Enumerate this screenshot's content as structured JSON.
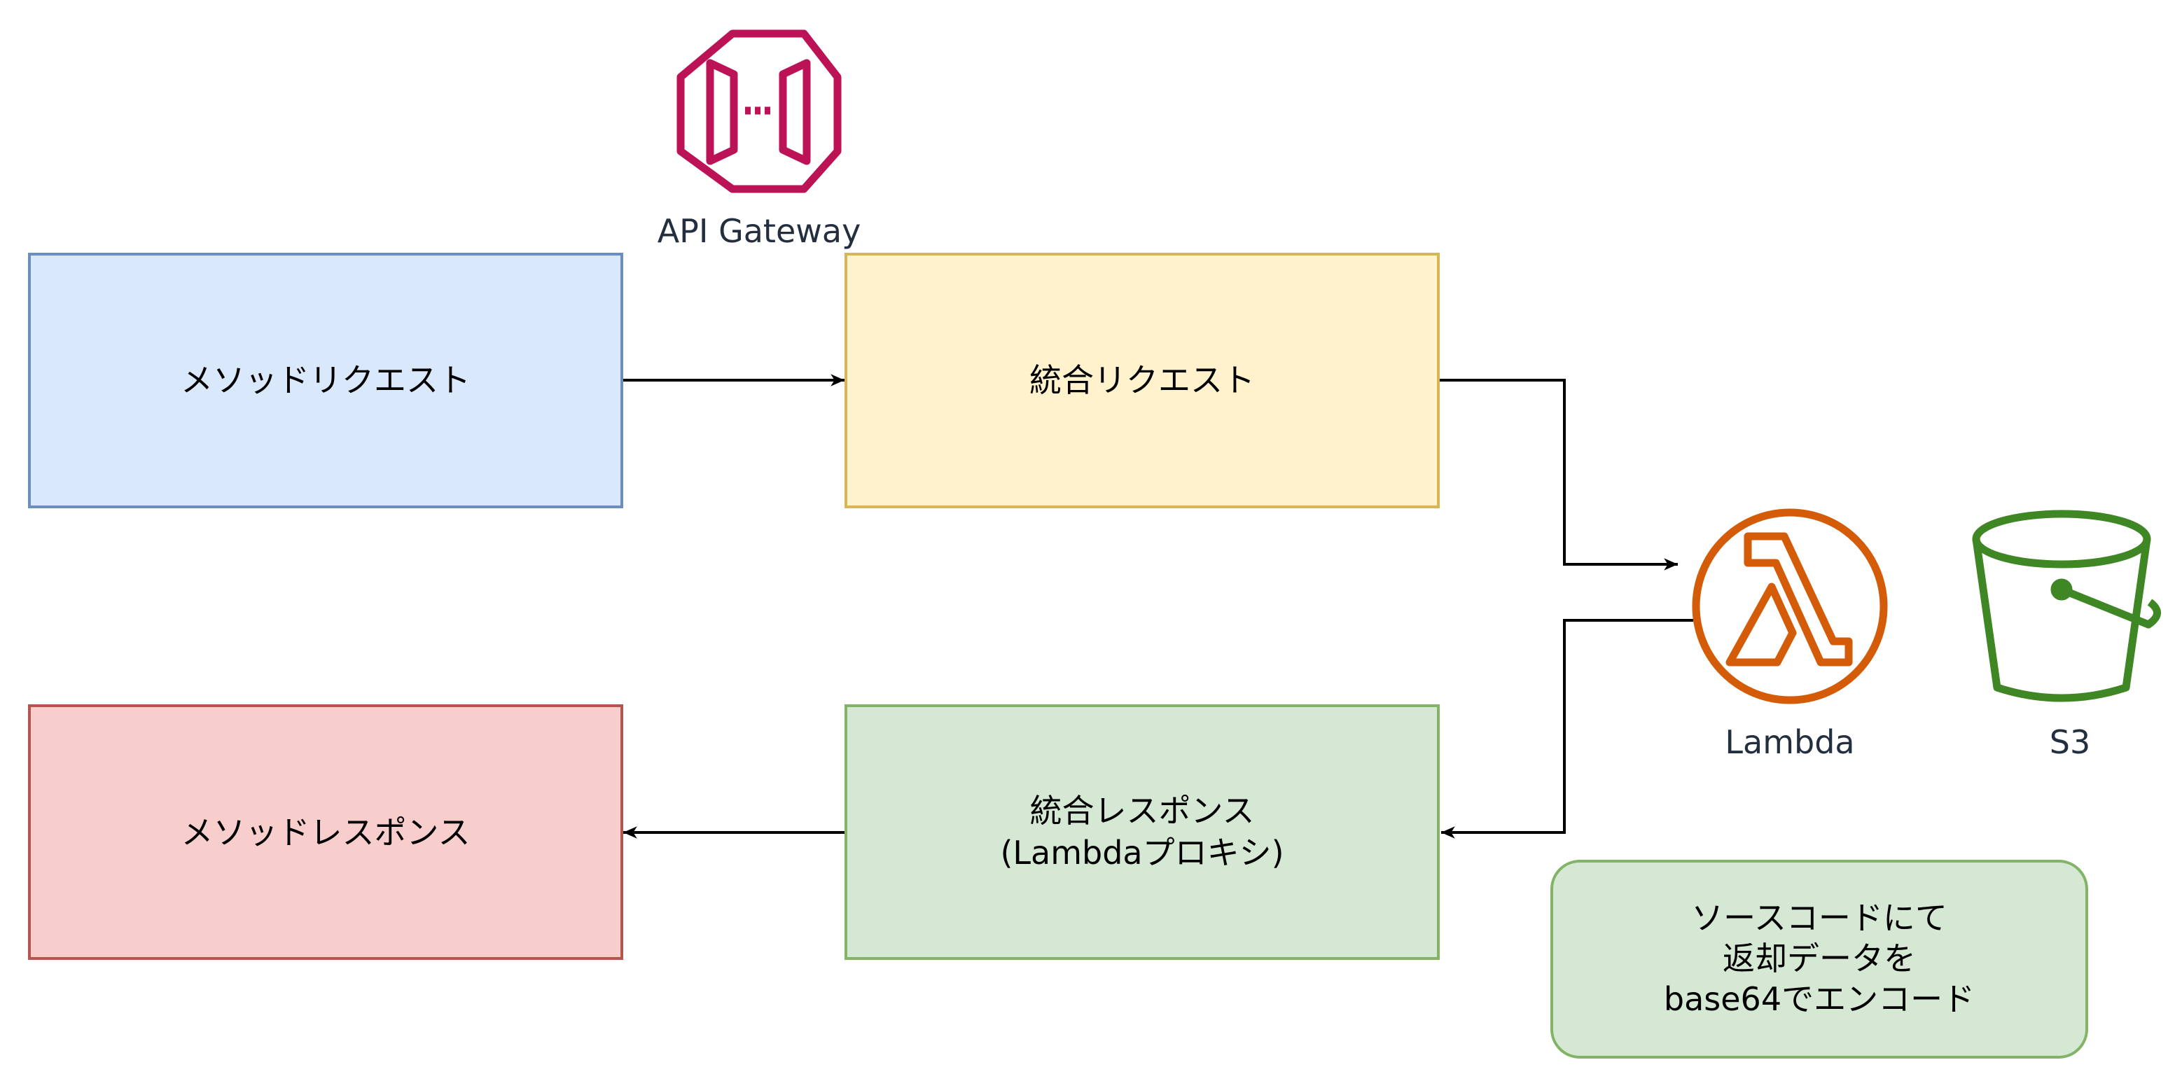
{
  "diagram": {
    "boxes": {
      "method_request": {
        "label": "メソッドリクエスト",
        "fill": "#dae8fc",
        "stroke": "#6c8ebf"
      },
      "integration_request": {
        "label": "統合リクエスト",
        "fill": "#fff2cc",
        "stroke": "#d6b656"
      },
      "method_response": {
        "label": "メソッドレスポンス",
        "fill": "#f8cecc",
        "stroke": "#b85450"
      },
      "integration_response": {
        "line1": "統合レスポンス",
        "line2": "(Lambdaプロキシ)",
        "fill": "#d5e8d4",
        "stroke": "#82b366"
      },
      "note": {
        "line1": "ソースコードにて",
        "line2": "返却データを",
        "line3": "base64でエンコード",
        "fill": "#d5e8d4",
        "stroke": "#82b366"
      }
    },
    "icons": {
      "api_gateway": {
        "label": "API Gateway",
        "icon": "api-gateway-icon",
        "color": "#BC1356"
      },
      "lambda": {
        "label": "Lambda",
        "icon": "lambda-icon",
        "color": "#D45B07"
      },
      "s3": {
        "label": "S3",
        "icon": "s3-bucket-icon",
        "color": "#3F8624"
      }
    },
    "edge_color": "#000000"
  }
}
